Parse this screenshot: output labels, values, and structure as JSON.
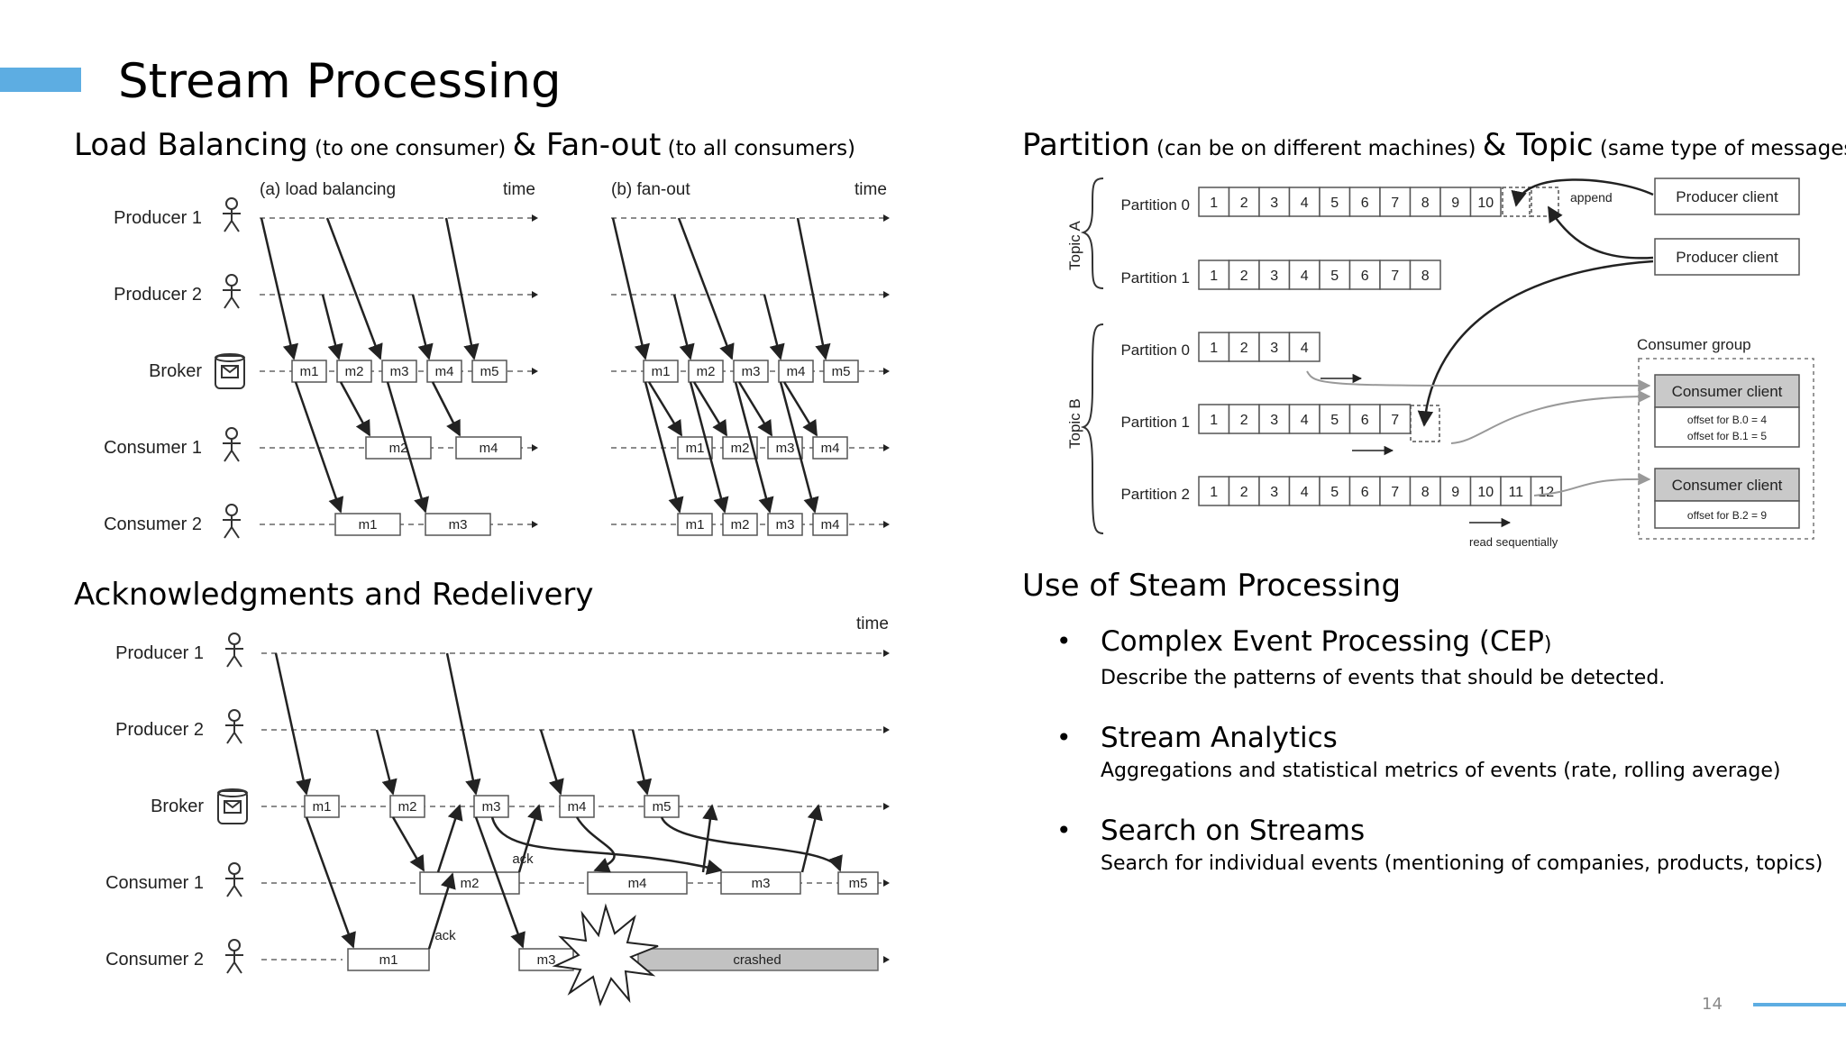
{
  "slide": {
    "title": "Stream Processing",
    "page_number": "14",
    "accent_color": "#5dade2"
  },
  "lb": {
    "heading_main1": "Load Balancing",
    "heading_note1": " (to one consumer) ",
    "heading_amp": "& ",
    "heading_main2": "Fan-out",
    "heading_note2": " (to all consumers)",
    "caption_a": "(a) load balancing",
    "caption_b": "(b) fan-out",
    "time": "time",
    "roles": [
      "Producer 1",
      "Producer 2",
      "Broker",
      "Consumer 1",
      "Consumer 2"
    ],
    "broker_msgs": [
      "m1",
      "m2",
      "m3",
      "m4",
      "m5"
    ],
    "a_consumer1_msgs": [
      "m2",
      "m4"
    ],
    "a_consumer2_msgs": [
      "m1",
      "m3"
    ],
    "b_consumer_msgs": [
      "m1",
      "m2",
      "m3",
      "m4"
    ]
  },
  "ack": {
    "heading": "Acknowledgments and Redelivery",
    "time": "time",
    "roles": [
      "Producer 1",
      "Producer 2",
      "Broker",
      "Consumer 1",
      "Consumer 2"
    ],
    "broker_msgs": [
      "m1",
      "m2",
      "m3",
      "m4",
      "m5"
    ],
    "consumer1_msgs": [
      "m2",
      "m4",
      "m3",
      "m5"
    ],
    "consumer2_msgs": [
      "m1",
      "m3"
    ],
    "ack_label": "ack",
    "crashed": "crashed"
  },
  "partition": {
    "heading_main1": "Partition",
    "heading_note1": " (can be on different machines) ",
    "heading_amp": "& ",
    "heading_main2": "Topic",
    "heading_note2": " (same type of messages)",
    "topic_a": "Topic A",
    "topic_b": "Topic B",
    "rows": [
      {
        "label": "Partition 0",
        "cells": [
          "1",
          "2",
          "3",
          "4",
          "5",
          "6",
          "7",
          "8",
          "9",
          "10"
        ]
      },
      {
        "label": "Partition 1",
        "cells": [
          "1",
          "2",
          "3",
          "4",
          "5",
          "6",
          "7",
          "8"
        ]
      },
      {
        "label": "Partition 0",
        "cells": [
          "1",
          "2",
          "3",
          "4"
        ]
      },
      {
        "label": "Partition 1",
        "cells": [
          "1",
          "2",
          "3",
          "4",
          "5",
          "6",
          "7"
        ]
      },
      {
        "label": "Partition 2",
        "cells": [
          "1",
          "2",
          "3",
          "4",
          "5",
          "6",
          "7",
          "8",
          "9",
          "10",
          "11",
          "12"
        ]
      }
    ],
    "append": "append",
    "producer_client": "Producer client",
    "consumer_group": "Consumer group",
    "consumer_client": "Consumer client",
    "offset_b0": "offset for B.0 = 4",
    "offset_b1": "offset for B.1 = 5",
    "offset_b2": "offset for B.2 = 9",
    "read_sequentially": "read sequentially"
  },
  "uses": {
    "heading": "Use of Steam Processing",
    "items": [
      {
        "label": "Complex Event Processing (CEP",
        "label_tail": ")",
        "desc": "Describe the patterns of events that should be detected."
      },
      {
        "label": "Stream Analytics",
        "label_tail": "",
        "desc": "Aggregations and statistical metrics of events (rate, rolling average)"
      },
      {
        "label": "Search on Streams",
        "label_tail": "",
        "desc": "Search for individual events (mentioning of companies, products, topics)"
      }
    ],
    "bullet": "•"
  }
}
